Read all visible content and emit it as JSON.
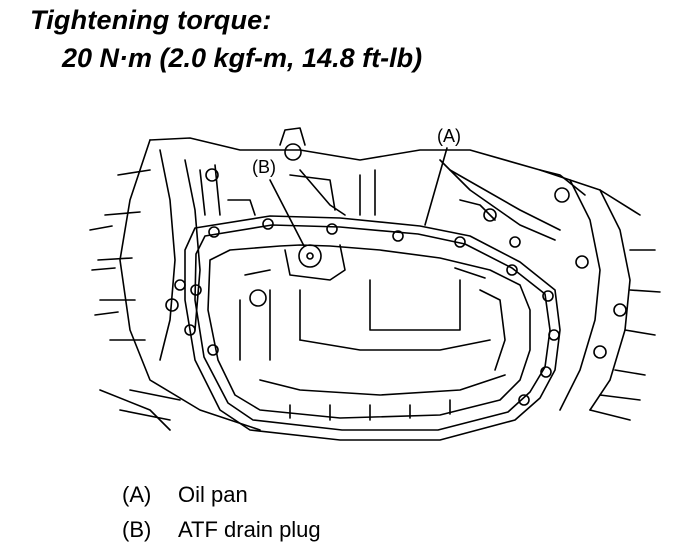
{
  "header": {
    "title": "Tightening torque:",
    "spec": "20 N·m (2.0 kgf-m, 14.8 ft-lb)"
  },
  "callouts": {
    "a": "(A)",
    "b": "(B)"
  },
  "legend": [
    {
      "key": "(A)",
      "label": "Oil pan"
    },
    {
      "key": "(B)",
      "label": "ATF drain plug"
    }
  ]
}
